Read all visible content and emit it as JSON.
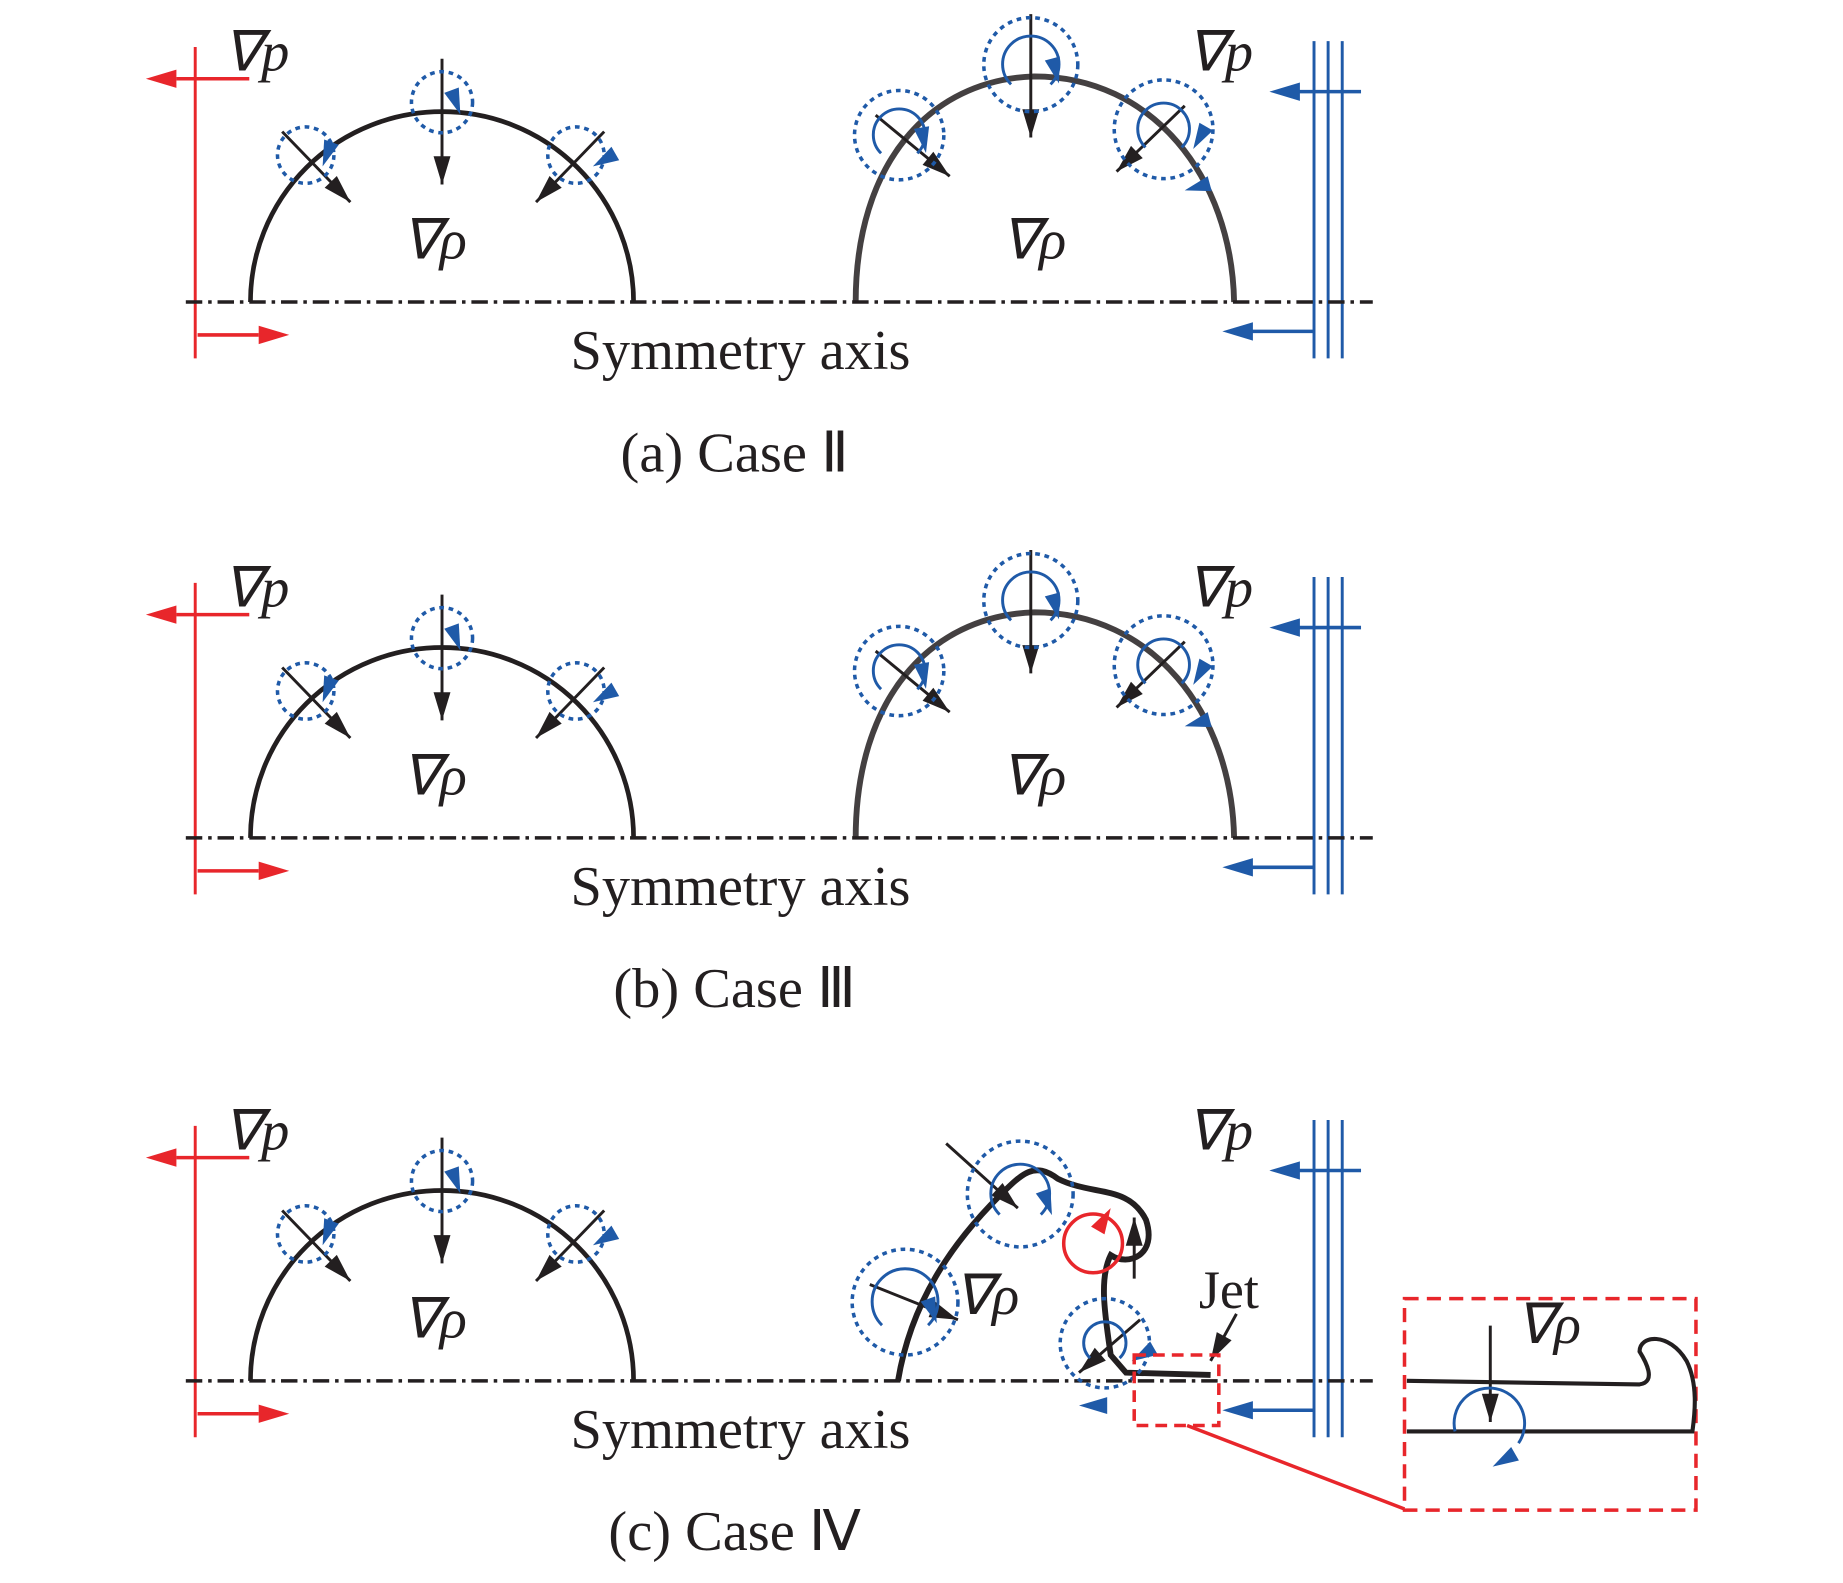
{
  "colors": {
    "red": "#e8262b",
    "blue": "#1f5aa8",
    "black": "#231f20"
  },
  "labels": {
    "grad_p": "∇p",
    "grad_rho": "∇ρ",
    "axis": "Symmetry axis",
    "jet": "Jet"
  },
  "panels": [
    {
      "caption": "(a) Case Ⅱ"
    },
    {
      "caption": "(b) Case Ⅲ"
    },
    {
      "caption": "(c) Case Ⅳ"
    }
  ]
}
